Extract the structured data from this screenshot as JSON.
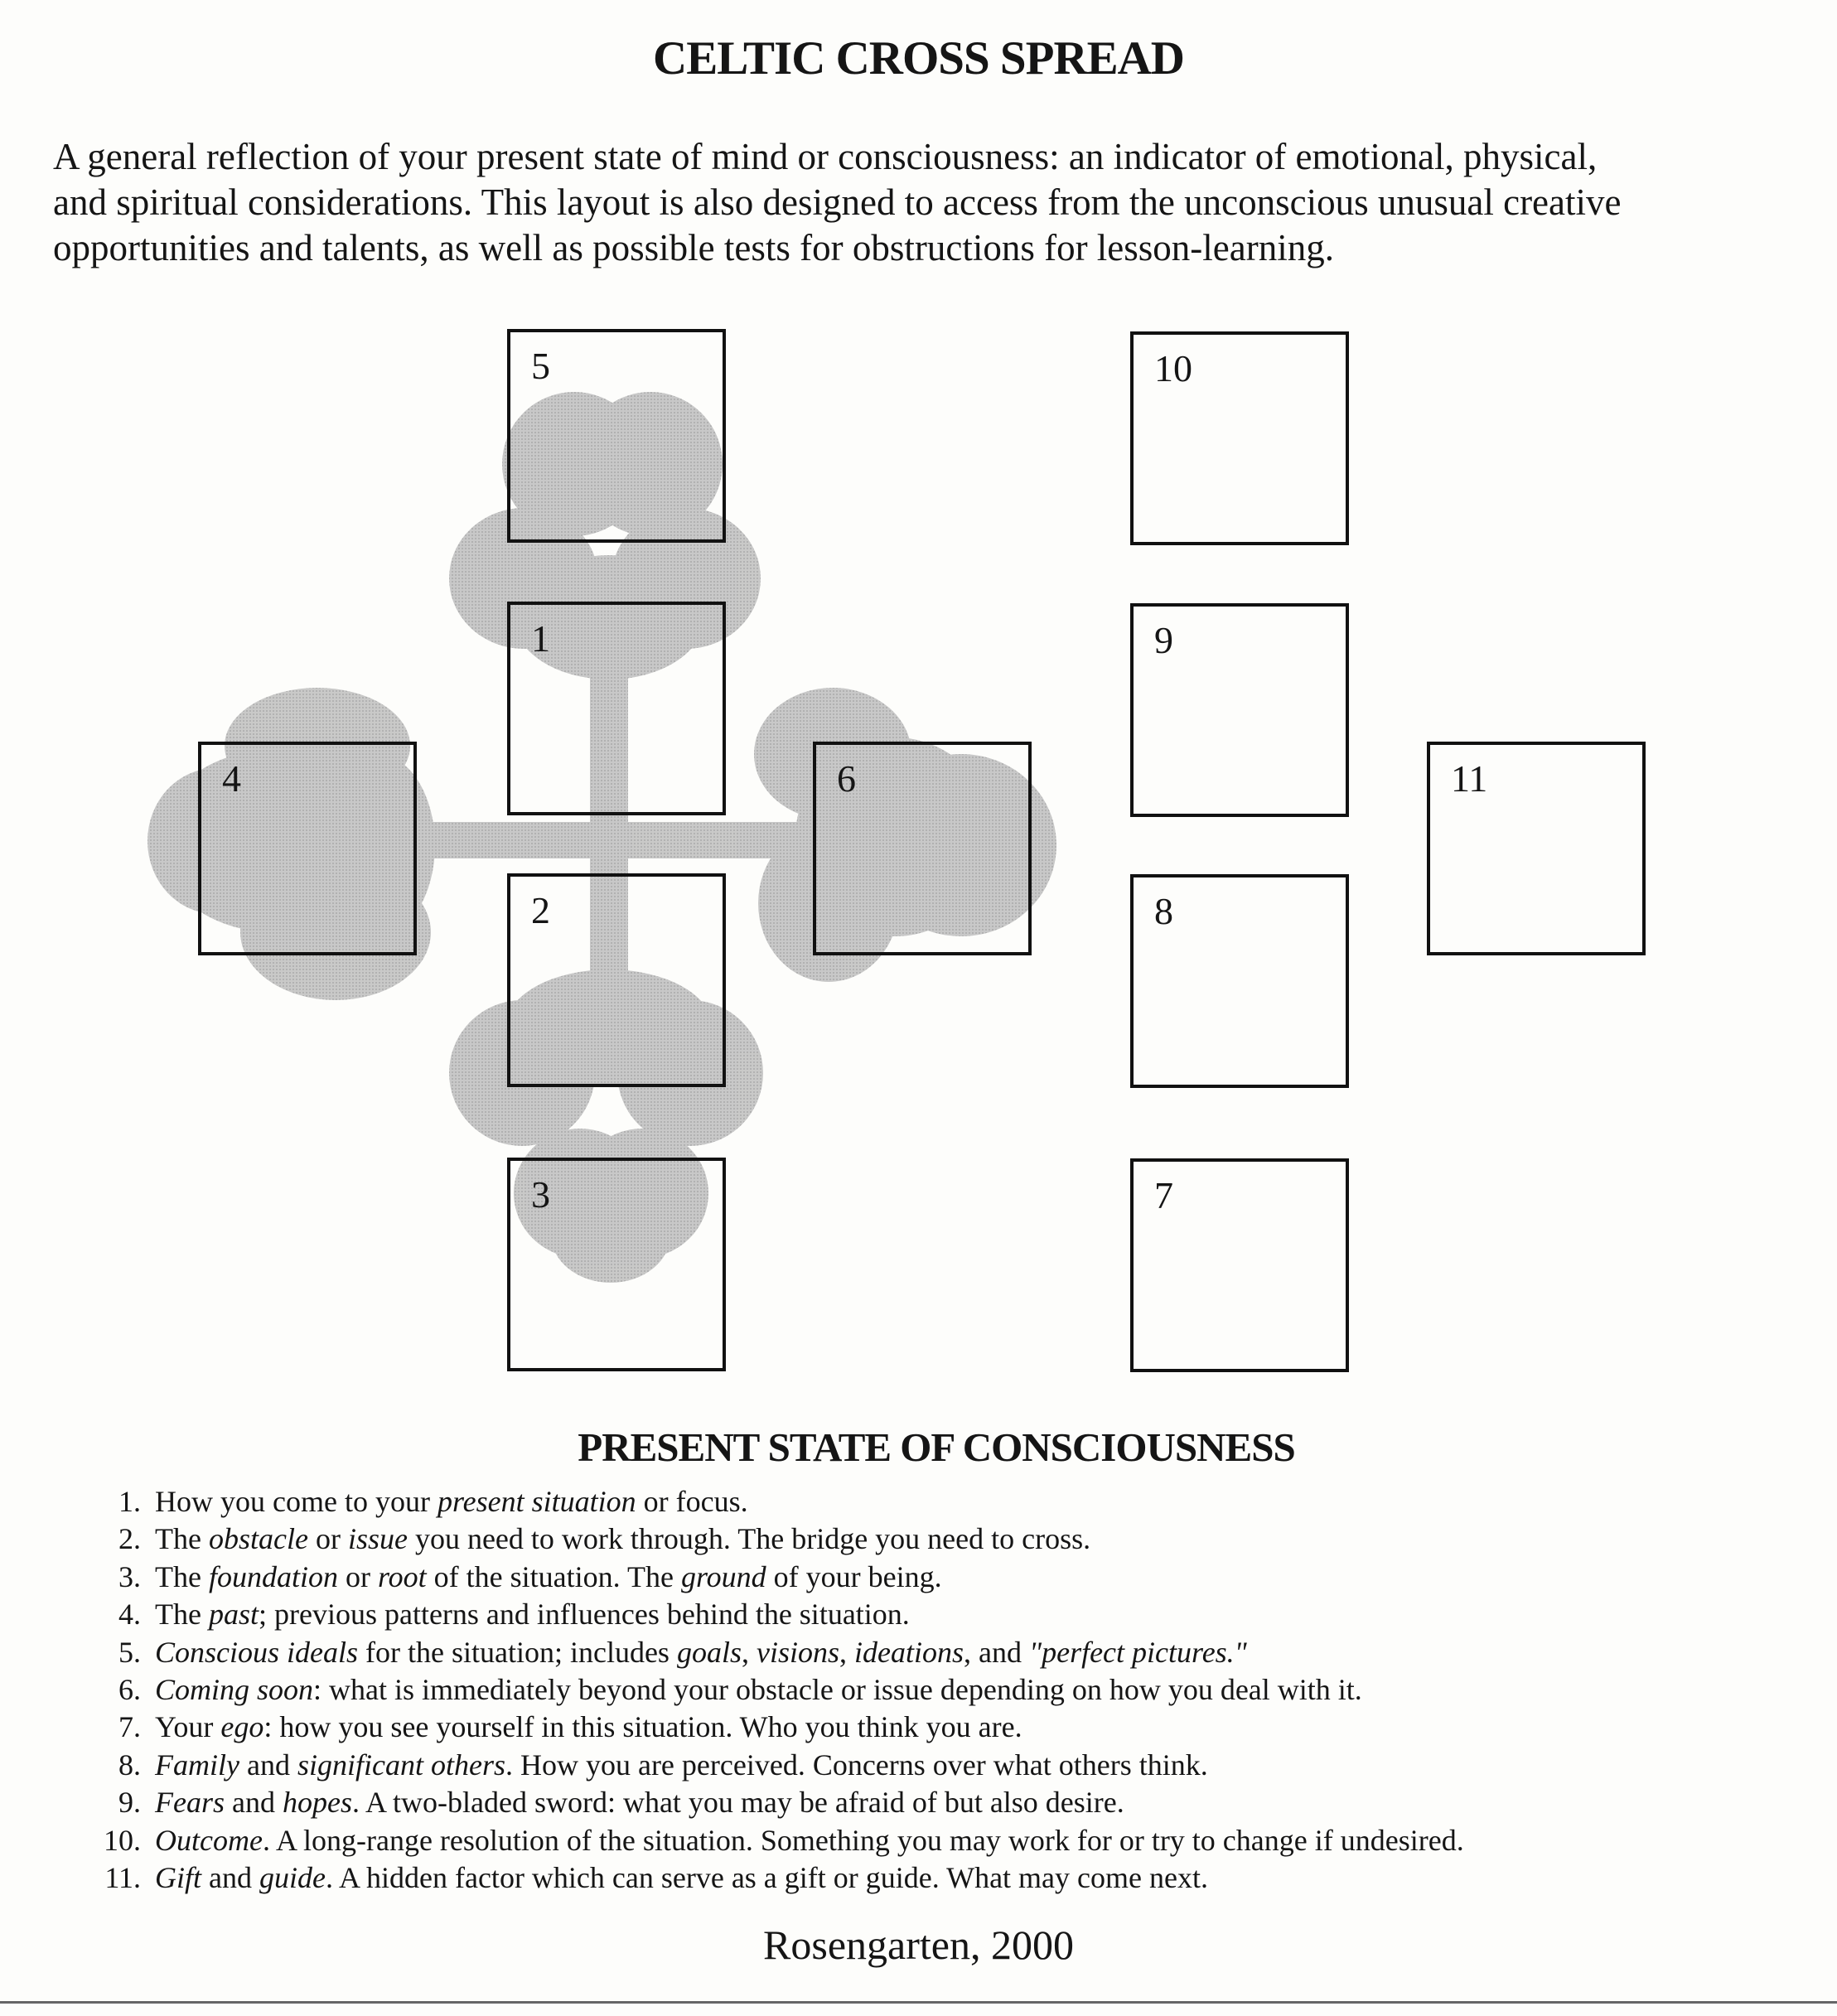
{
  "title": "CELTIC CROSS SPREAD",
  "intro": {
    "line1": "A general reflection of your present state of mind or consciousness: an indicator of emotional, physical,",
    "line2": "and spiritual considerations. This layout is also designed to access from the unconscious unusual creative",
    "line3": "opportunities and talents, as well as possible tests for obstructions for lesson-learning."
  },
  "cards": {
    "c1": "1",
    "c2": "2",
    "c3": "3",
    "c4": "4",
    "c5": "5",
    "c6": "6",
    "c7": "7",
    "c8": "8",
    "c9": "9",
    "c10": "10",
    "c11": "11"
  },
  "subtitle": "PRESENT STATE OF CONSCIOUSNESS",
  "items": [
    {
      "n": "1.",
      "parts": [
        {
          "t": "How you come to your ",
          "i": false
        },
        {
          "t": "present situation",
          "i": true
        },
        {
          "t": " or focus.",
          "i": false
        }
      ]
    },
    {
      "n": "2.",
      "parts": [
        {
          "t": "The ",
          "i": false
        },
        {
          "t": "obstacle",
          "i": true
        },
        {
          "t": " or ",
          "i": false
        },
        {
          "t": "issue",
          "i": true
        },
        {
          "t": " you need to work through. The bridge you need to cross.",
          "i": false
        }
      ]
    },
    {
      "n": "3.",
      "parts": [
        {
          "t": "The ",
          "i": false
        },
        {
          "t": "foundation",
          "i": true
        },
        {
          "t": " or ",
          "i": false
        },
        {
          "t": "root",
          "i": true
        },
        {
          "t": " of the situation. The ",
          "i": false
        },
        {
          "t": "ground",
          "i": true
        },
        {
          "t": " of your being.",
          "i": false
        }
      ]
    },
    {
      "n": "4.",
      "parts": [
        {
          "t": "The ",
          "i": false
        },
        {
          "t": "past",
          "i": true
        },
        {
          "t": "; previous patterns and influences behind the situation.",
          "i": false
        }
      ]
    },
    {
      "n": "5.",
      "parts": [
        {
          "t": "Conscious ideals",
          "i": true
        },
        {
          "t": " for the situation; includes ",
          "i": false
        },
        {
          "t": "goals",
          "i": true
        },
        {
          "t": ", ",
          "i": false
        },
        {
          "t": "visions",
          "i": true
        },
        {
          "t": ", ",
          "i": false
        },
        {
          "t": "ideations",
          "i": true
        },
        {
          "t": ", and ",
          "i": false
        },
        {
          "t": "\"perfect pictures.\"",
          "i": true
        }
      ]
    },
    {
      "n": "6.",
      "parts": [
        {
          "t": "Coming soon",
          "i": true
        },
        {
          "t": ": what is immediately beyond your obstacle or issue depending on how you deal with it.",
          "i": false
        }
      ]
    },
    {
      "n": "7.",
      "parts": [
        {
          "t": "Your ",
          "i": false
        },
        {
          "t": "ego",
          "i": true
        },
        {
          "t": ": how you see yourself in this situation. Who you think you are.",
          "i": false
        }
      ]
    },
    {
      "n": "8.",
      "parts": [
        {
          "t": "Family",
          "i": true
        },
        {
          "t": " and ",
          "i": false
        },
        {
          "t": "significant others",
          "i": true
        },
        {
          "t": ". How you are perceived. Concerns over what others think.",
          "i": false
        }
      ]
    },
    {
      "n": "9.",
      "parts": [
        {
          "t": "Fears",
          "i": true
        },
        {
          "t": " and ",
          "i": false
        },
        {
          "t": "hopes",
          "i": true
        },
        {
          "t": ". A two-bladed sword: what you may be afraid of but also desire.",
          "i": false
        }
      ]
    },
    {
      "n": "10.",
      "parts": [
        {
          "t": "Outcome",
          "i": true
        },
        {
          "t": ". A long-range resolution of the situation. Something you may work for or try to change if undesired.",
          "i": false
        }
      ]
    },
    {
      "n": "11.",
      "parts": [
        {
          "t": "Gift",
          "i": true
        },
        {
          "t": " and ",
          "i": false
        },
        {
          "t": "guide",
          "i": true
        },
        {
          "t": ". A hidden factor which can serve as a gift or guide. What may come next.",
          "i": false
        }
      ]
    }
  ],
  "credit": "Rosengarten, 2000",
  "colors": {
    "shading": "#b9b9b9",
    "ink": "#111111",
    "paper": "#fdfdfb"
  }
}
